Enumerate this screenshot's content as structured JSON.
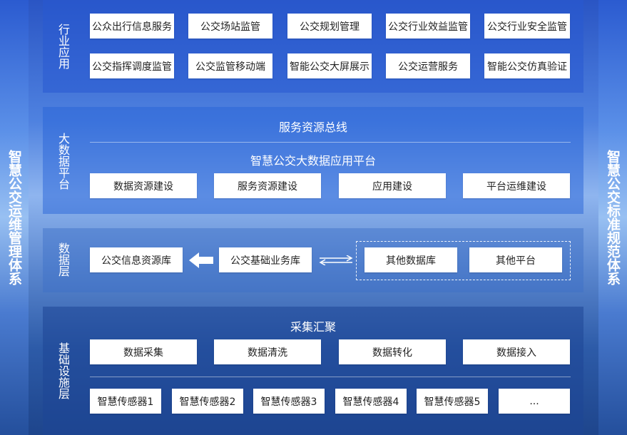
{
  "left_side": "智慧公交运维管理体系",
  "right_side": "智慧公交标准规范体系",
  "layers": {
    "industry": {
      "label": "行业应用",
      "row1": [
        "公众出行信息服务",
        "公交场站监管",
        "公交规划管理",
        "公交行业效益监管",
        "公交行业安全监管"
      ],
      "row2": [
        "公交指挥调度监管",
        "公交监管移动端",
        "智能公交大屏展示",
        "公交运营服务",
        "智能公交仿真验证"
      ]
    },
    "bigdata": {
      "label": "大数据平台",
      "bus_title": "服务资源总线",
      "platform_title": "智慧公交大数据应用平台",
      "items": [
        "数据资源建设",
        "服务资源建设",
        "应用建设",
        "平台运维建设"
      ]
    },
    "data": {
      "label": "数据层",
      "items": [
        "公交信息资源库",
        "公交基础业务库",
        "其他数据库",
        "其他平台"
      ]
    },
    "infra": {
      "label": "基础设施层",
      "title": "采集汇聚",
      "row1": [
        "数据采集",
        "数据清洗",
        "数据转化",
        "数据接入"
      ],
      "row2": [
        "智慧传感器1",
        "智慧传感器2",
        "智慧传感器3",
        "智慧传感器4",
        "智慧传感器5",
        "..."
      ]
    }
  }
}
